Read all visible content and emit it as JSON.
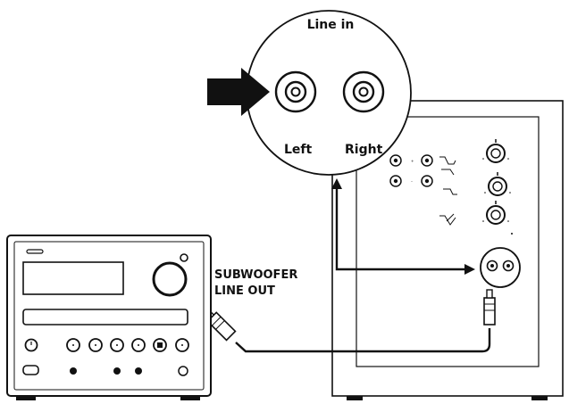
{
  "callout": {
    "title": "Line in",
    "left_label": "Left",
    "right_label": "Right"
  },
  "source": {
    "label_line1": "SUBWOOFER",
    "label_line2": "LINE OUT"
  },
  "colors": {
    "stroke": "#111111",
    "background": "#ffffff"
  },
  "icons": {
    "pointer": "arrow-right-icon",
    "jack": "rca-jack-icon",
    "knob": "knob-icon",
    "power": "power-icon"
  }
}
